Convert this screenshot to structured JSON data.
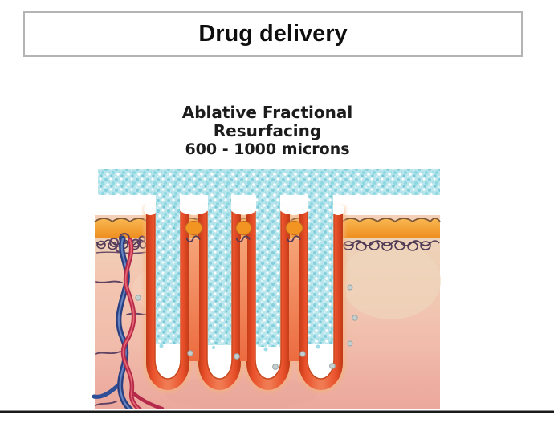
{
  "title": {
    "text": "Drug delivery"
  },
  "heading": {
    "line1": "Ablative Fractional",
    "line2": "Resurfacing",
    "line3": "600 - 1000 microns"
  },
  "figure": {
    "description_visible": "",
    "colors": {
      "drug_cyan": "#b9e5ec",
      "coagulation_red": "#e4522b",
      "epidermis_orange": "#f2921e",
      "dermis_pink": "#f2c9b2",
      "vein_blue": "#2e4e97",
      "artery_red": "#b5294a",
      "title_text": "#0e0e0e"
    }
  }
}
